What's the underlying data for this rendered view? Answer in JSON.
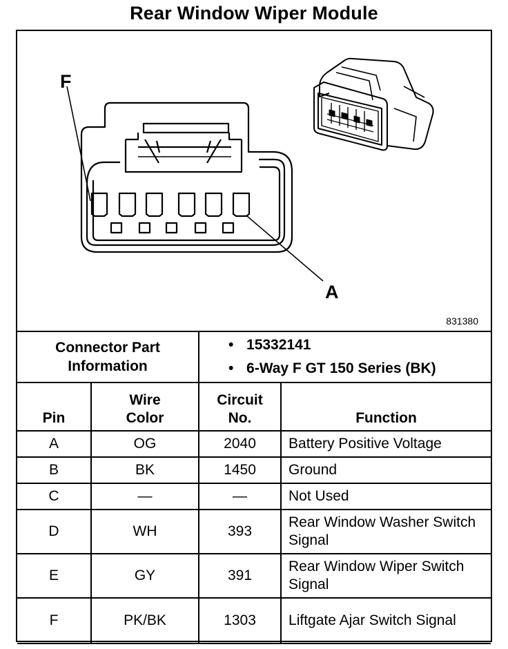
{
  "title": "Rear Window Wiper Module",
  "figure": {
    "label_f": "F",
    "label_a": "A",
    "figure_number": "831380"
  },
  "connector_info": {
    "label": "Connector Part Information",
    "items": [
      "15332141",
      "6-Way F GT 150 Series (BK)"
    ]
  },
  "table": {
    "headers": {
      "pin": "Pin",
      "wire_color": "Wire Color",
      "circuit": "Circuit No.",
      "function": "Function"
    },
    "rows": [
      {
        "pin": "A",
        "color": "OG",
        "circuit": "2040",
        "function": "Battery Positive Voltage"
      },
      {
        "pin": "B",
        "color": "BK",
        "circuit": "1450",
        "function": "Ground"
      },
      {
        "pin": "C",
        "color": "—",
        "circuit": "—",
        "function": "Not Used"
      },
      {
        "pin": "D",
        "color": "WH",
        "circuit": "393",
        "function": "Rear Window Washer Switch Signal"
      },
      {
        "pin": "E",
        "color": "GY",
        "circuit": "391",
        "function": "Rear Window Wiper Switch Signal"
      },
      {
        "pin": "F",
        "color": "PK/BK",
        "circuit": "1303",
        "function": "Liftgate Ajar Switch Signal"
      }
    ]
  }
}
